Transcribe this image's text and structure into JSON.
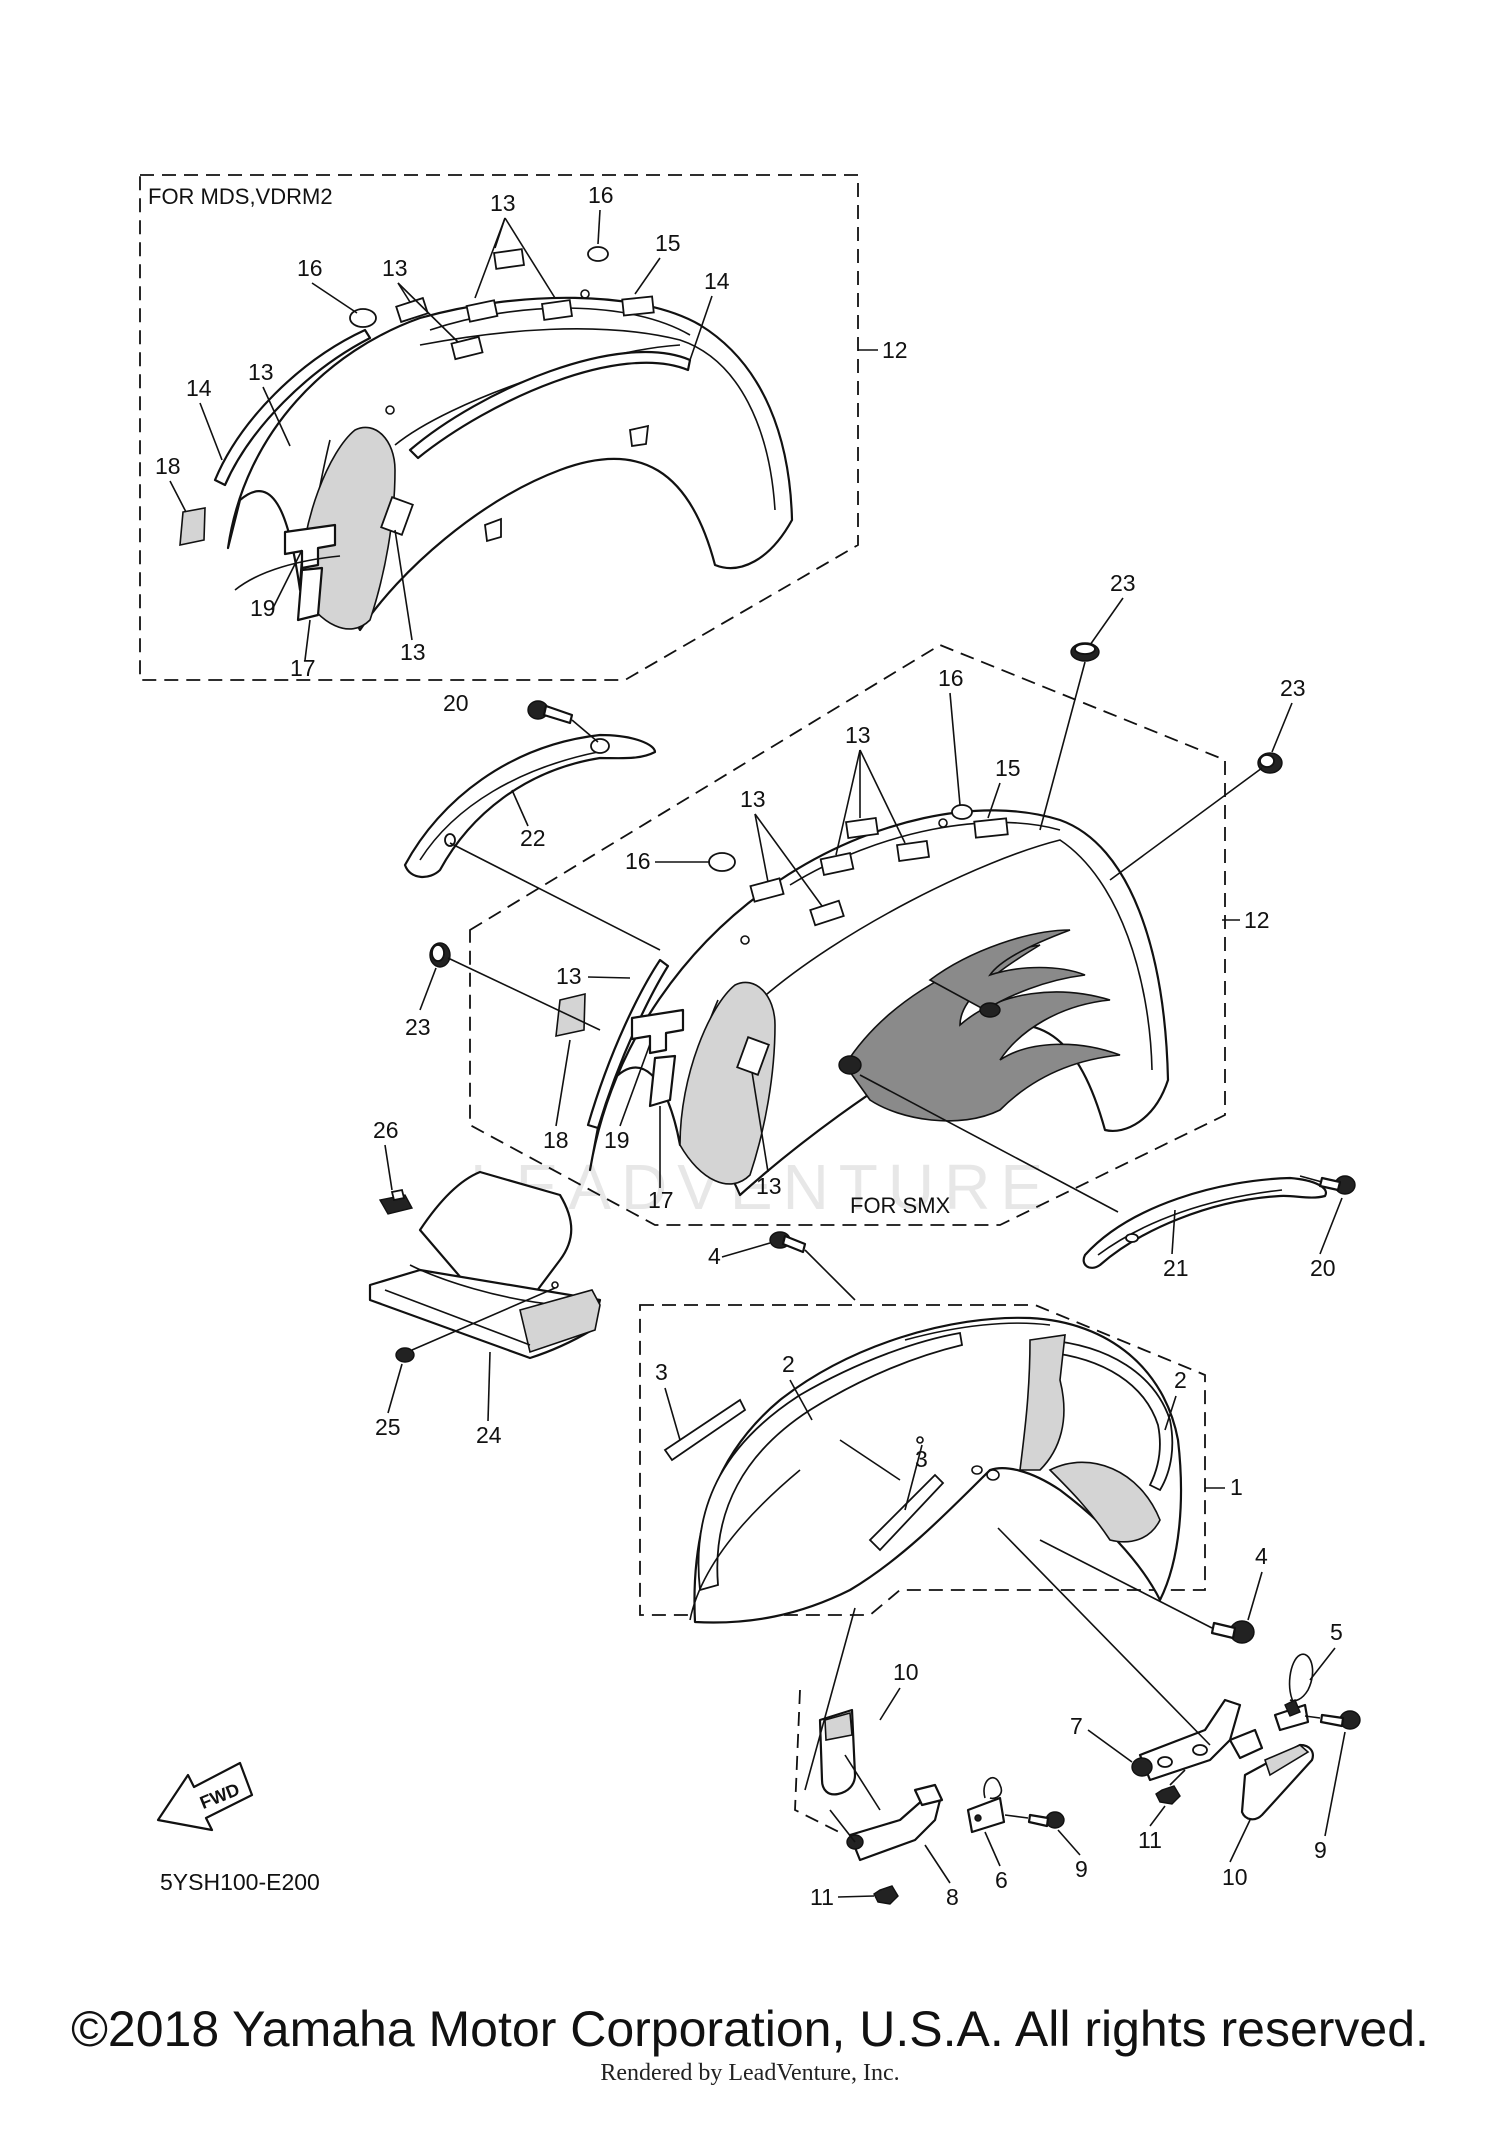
{
  "diagram": {
    "group_labels": {
      "mds": "FOR MDS,VDRM2",
      "smx": "FOR SMX"
    },
    "diagram_code": "5YSH100-E200",
    "fwd_arrow": "FWD",
    "callouts": [
      "1",
      "2",
      "2",
      "3",
      "3",
      "4",
      "4",
      "5",
      "6",
      "7",
      "8",
      "9",
      "9",
      "10",
      "10",
      "11",
      "11",
      "12",
      "12",
      "13",
      "13",
      "13",
      "13",
      "13",
      "13",
      "13",
      "13",
      "14",
      "14",
      "15",
      "15",
      "16",
      "16",
      "16",
      "16",
      "17",
      "17",
      "18",
      "18",
      "19",
      "19",
      "20",
      "20",
      "21",
      "22",
      "23",
      "23",
      "23",
      "24",
      "25",
      "26"
    ]
  },
  "watermark": "LEADVENTURE",
  "footer": {
    "copyright": "©2018 Yamaha Motor Corporation, U.S.A. All rights reserved.",
    "rendered_by": "Rendered by LeadVenture, Inc."
  }
}
